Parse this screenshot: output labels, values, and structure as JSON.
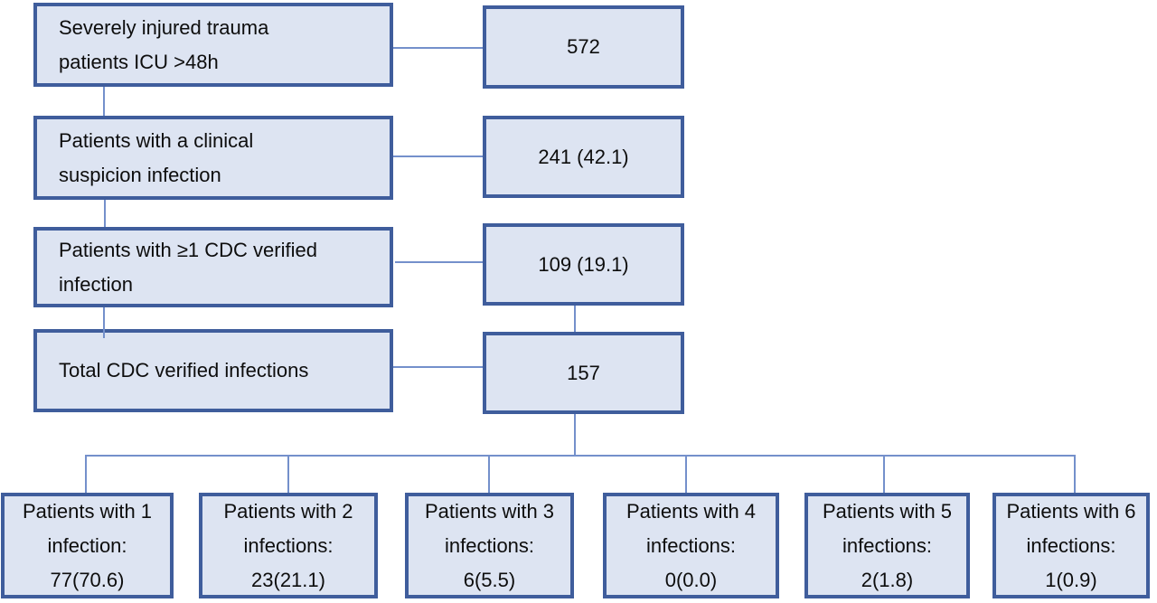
{
  "colors": {
    "box_fill": "#dde4f2",
    "box_border": "#3f5d9c",
    "connector": "#7490cb"
  },
  "flow": {
    "rows": [
      {
        "label_lines": [
          "Severely injured trauma",
          "patients ICU >48h"
        ],
        "value": "572"
      },
      {
        "label_lines": [
          "Patients with a clinical",
          "suspicion infection"
        ],
        "value": "241 (42.1)"
      },
      {
        "label_lines": [
          "Patients with ≥1 CDC verified",
          "infection"
        ],
        "value": "109 (19.1)"
      },
      {
        "label_lines": [
          "Total CDC verified infections"
        ],
        "value": "157"
      }
    ],
    "leaves": [
      {
        "lines": [
          "Patients with 1",
          "infection:",
          "77(70.6)"
        ]
      },
      {
        "lines": [
          "Patients with 2",
          "infections:",
          "23(21.1)"
        ]
      },
      {
        "lines": [
          "Patients with 3",
          "infections:",
          "6(5.5)"
        ]
      },
      {
        "lines": [
          "Patients with 4",
          "infections:",
          "0(0.0)"
        ]
      },
      {
        "lines": [
          "Patients with 5",
          "infections:",
          "2(1.8)"
        ]
      },
      {
        "lines": [
          "Patients with 6",
          "infections:",
          "1(0.9)"
        ]
      }
    ]
  }
}
